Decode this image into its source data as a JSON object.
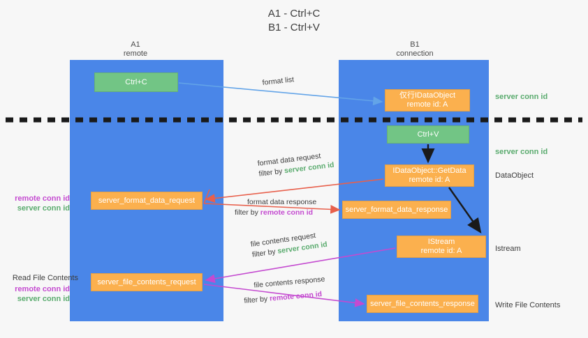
{
  "title": {
    "line1": "A1 - Ctrl+C",
    "line2": "B1 - Ctrl+V"
  },
  "lanes": [
    {
      "id": "a1",
      "name": "A1",
      "role": "remote",
      "color": "#4a86e8"
    },
    {
      "id": "b1",
      "name": "B1",
      "role": "connection",
      "color": "#4a86e8"
    }
  ],
  "colors": {
    "lane": "#4a86e8",
    "green_node": "#72c585",
    "orange_node": "#fbb04e",
    "server_conn_id_text": "#5aab6e",
    "remote_conn_id_text": "#c44ad0",
    "arrow_blue": "#63a4e8",
    "arrow_red": "#e8604c",
    "arrow_magenta": "#c44ad0",
    "arrow_dark": "#1a1a1a",
    "background": "#f7f7f7"
  },
  "nodes": {
    "ctrl_c": {
      "label": "Ctrl+C",
      "style": "green"
    },
    "ctrl_v": {
      "label": "Ctrl+V",
      "style": "green"
    },
    "idataobject": {
      "label": "仅行IDataObject",
      "sub": "remote id: A",
      "style": "orange"
    },
    "getdata": {
      "label": "IDataObject::GetData",
      "sub": "remote id: A",
      "style": "orange"
    },
    "istream": {
      "label": "IStream",
      "sub": "remote id: A",
      "style": "orange"
    },
    "format_data_request": {
      "label": "server_format_data_request",
      "style": "orange"
    },
    "format_data_response": {
      "label": "server_format_data_response",
      "style": "orange"
    },
    "file_contents_request": {
      "label": "server_file_contents_request",
      "style": "orange"
    },
    "file_contents_response": {
      "label": "server_file_contents_response",
      "style": "orange"
    }
  },
  "edge_labels": {
    "format_list": "format list",
    "format_data_request": "format data request",
    "format_data_request_filter_prefix": "filter by ",
    "format_data_request_filter_value": "server conn id",
    "format_data_response": "format data response",
    "format_data_response_filter_prefix": "filter by ",
    "format_data_response_filter_value": "remote conn id",
    "file_contents_request": "file contents request",
    "file_contents_request_filter_prefix": "filter by ",
    "file_contents_request_filter_value": "server conn id",
    "file_contents_response": "file contents response",
    "file_contents_response_filter_prefix": "filter by ",
    "file_contents_response_filter_value": "remote conn id"
  },
  "annotations": {
    "right": {
      "server_conn_id_top": "server conn id",
      "server_conn_id_mid": "server conn id",
      "dataobject": "DataObject",
      "istream": "Istream",
      "write_file_contents": "Write File Contents"
    },
    "left": {
      "remote_conn_id_1": "remote conn id",
      "server_conn_id_1": "server conn id",
      "read_file_contents": "Read File Contents",
      "remote_conn_id_2": "remote conn id",
      "server_conn_id_2": "server conn id"
    }
  }
}
